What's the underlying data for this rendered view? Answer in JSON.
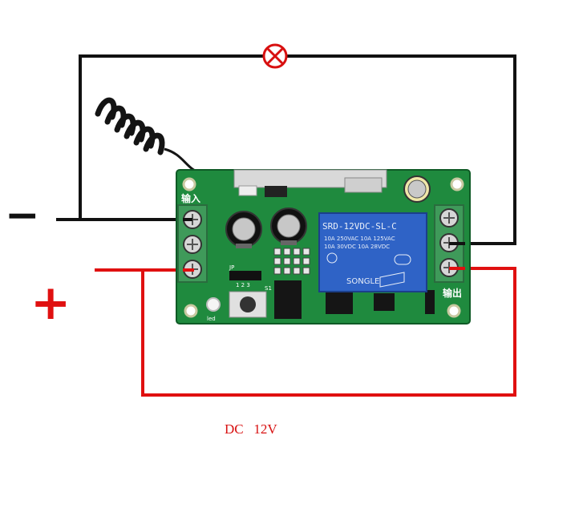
{
  "labels": {
    "minus": "−",
    "plus": "+",
    "supply": "DC   12V",
    "input_terminal": "输入",
    "output_terminal": "输出",
    "relay_model": "SRD-12VDC-SL-C",
    "relay_rating_1": "10A 250VAC  10A 125VAC",
    "relay_rating_2": "10A 30VDC   10A 28VDC",
    "relay_brand": "SONGLE",
    "led_label": "led",
    "jumper_label": "JP",
    "jumper_pins": "1  2  3",
    "switch_label": "S1"
  },
  "colors": {
    "negative_wire": "#111111",
    "positive_wire": "#e01010",
    "pcb": "#1f8a3e",
    "terminal": "#3f9a5a",
    "relay": "#2f63c6",
    "lamp": "#d81010"
  },
  "icons": {
    "lamp": "lamp-icon",
    "antenna": "antenna-coil-icon"
  }
}
